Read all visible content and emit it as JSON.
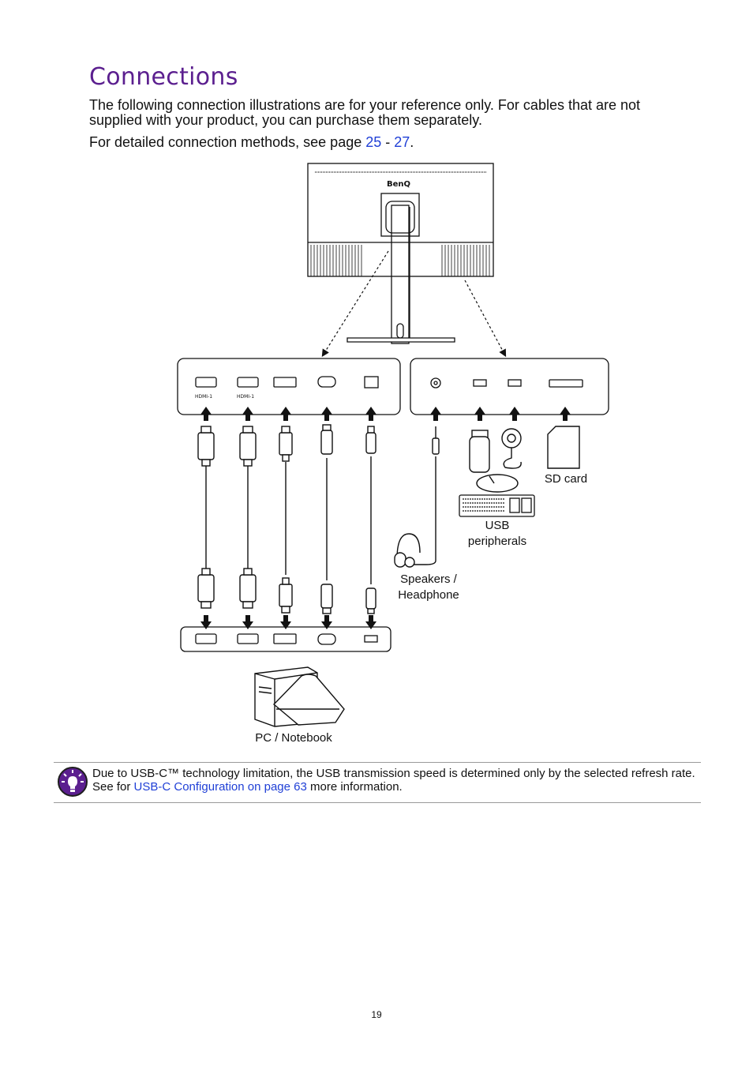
{
  "heading": "Connections",
  "intro": {
    "line1": "The following connection illustrations are for your reference only. For cables that are not supplied with your product, you can purchase them separately.",
    "line2_prefix": "For detailed connection methods, see page ",
    "page_from": "25",
    "sep": " - ",
    "page_to": "27",
    "line2_suffix": "."
  },
  "diagram": {
    "brand": "BenQ",
    "port_labels": [
      "HDMI-1",
      "HDMI-1"
    ],
    "labels": {
      "sd_card": "SD card",
      "usb_line1": "USB",
      "usb_line2": "peripherals",
      "speakers_line1": "Speakers /",
      "speakers_line2": "Headphone",
      "pc": "PC / Notebook"
    }
  },
  "note": {
    "icon": "lightbulb-icon",
    "text_prefix": "Due to USB-C™ technology limitation, the USB transmission speed is determined only by the selected refresh rate. See for ",
    "link": "USB-C Configuration on page 63",
    "text_suffix": " more information."
  },
  "page_number": "19",
  "colors": {
    "heading": "#5b1f8f",
    "link": "#1f3fd6",
    "note_icon": "#5b1f8f"
  }
}
